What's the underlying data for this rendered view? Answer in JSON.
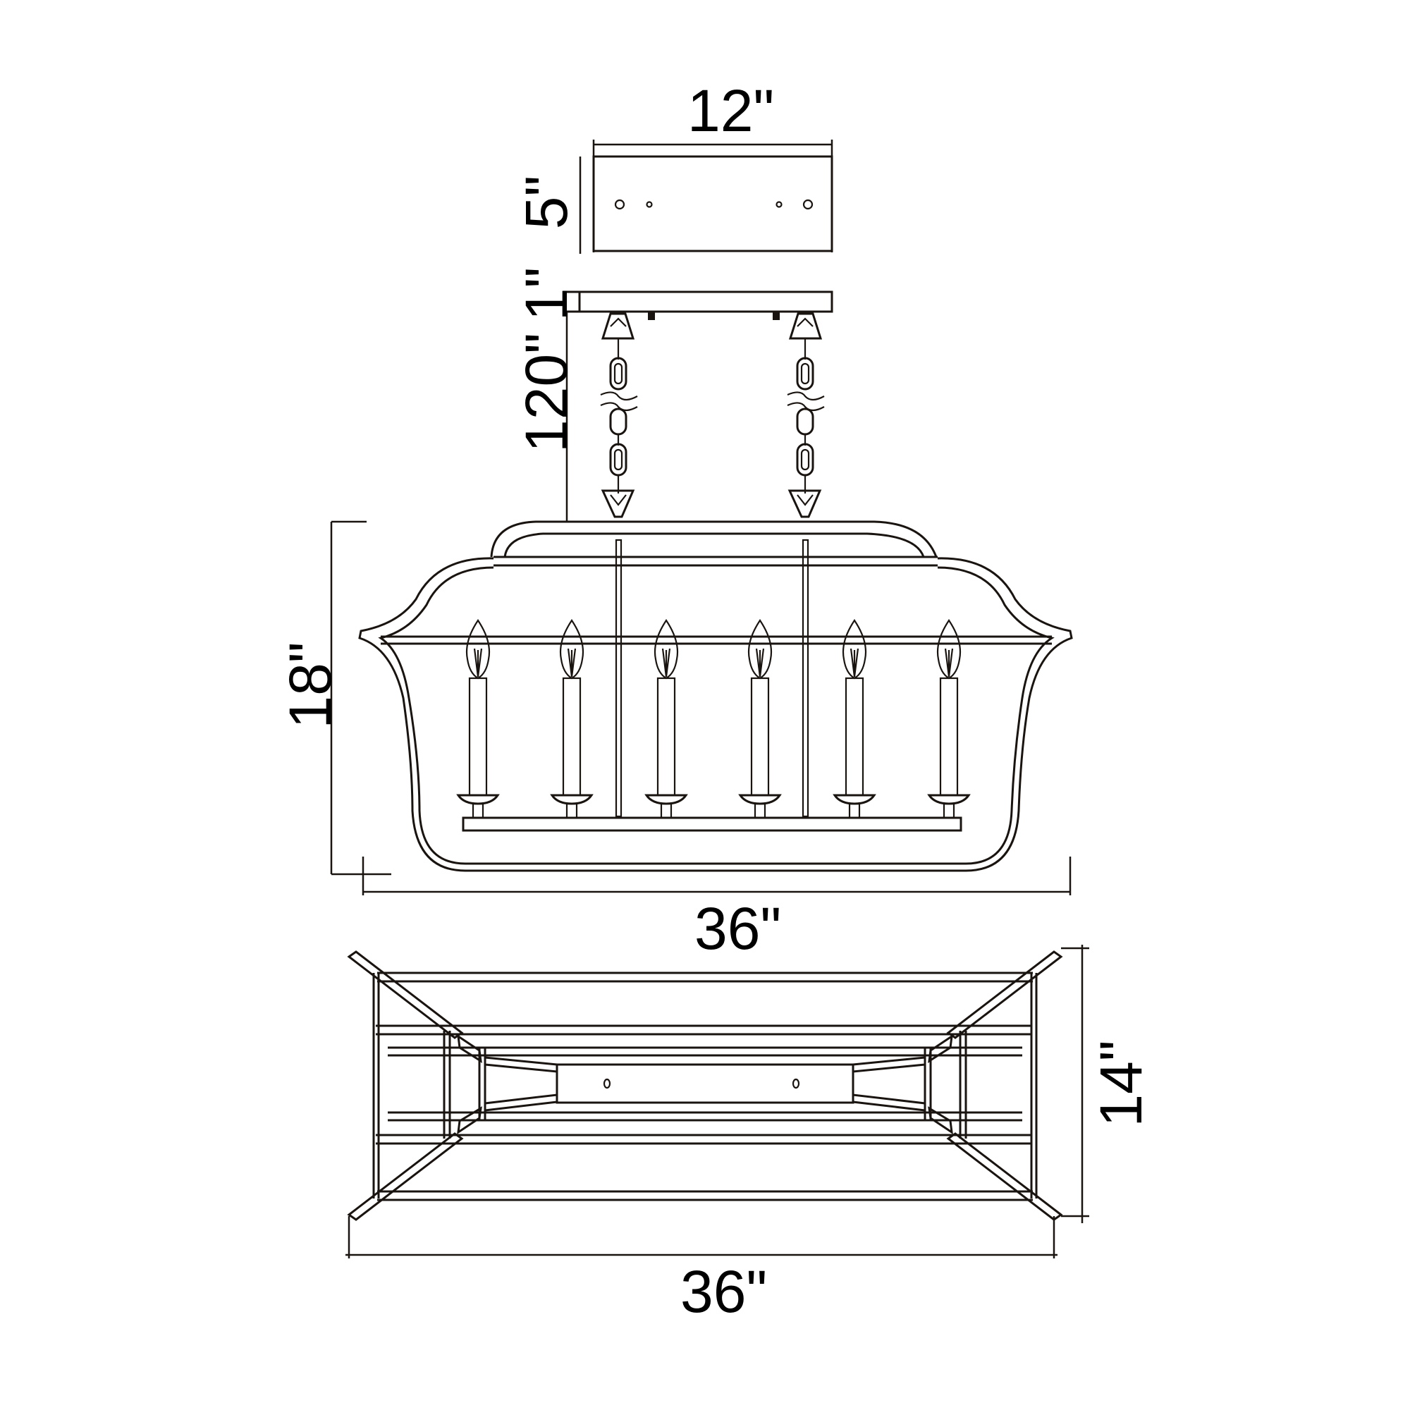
{
  "diagram": {
    "type": "product dimension drawing",
    "subject": "6-light rectangular lantern chandelier",
    "line_color": "#1a1410",
    "background": "#ffffff",
    "canopy": {
      "width_label": "12\"",
      "height_label": "5\"",
      "thickness_label": "1\"",
      "mounting_holes": 4
    },
    "chain": {
      "length_label": "120\""
    },
    "side_view": {
      "height_label": "18\"",
      "width_label": "36\"",
      "candle_count": 6
    },
    "top_view": {
      "width_label": "36\"",
      "depth_label": "14\""
    }
  }
}
